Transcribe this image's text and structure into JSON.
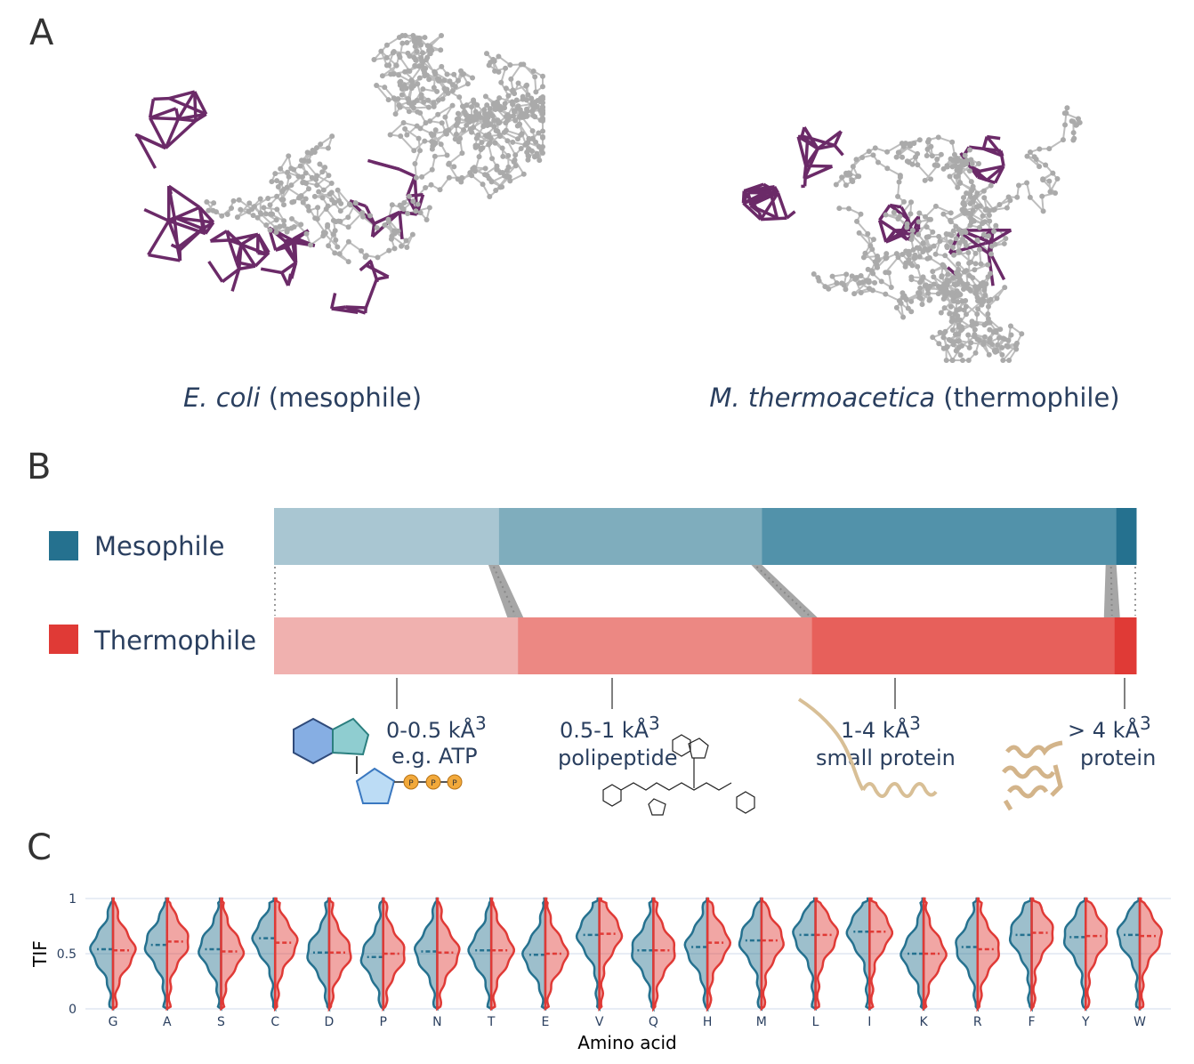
{
  "panels": {
    "a": "A",
    "b": "B",
    "c": "C"
  },
  "panel_a": {
    "left_caption_species": "E. coli",
    "left_caption_type": "(mesophile)",
    "right_caption_species": "M. thermoacetica",
    "right_caption_type": "(thermophile)",
    "node_color": "#bdbdbd",
    "cluster_color": "#6b2a68"
  },
  "panel_b": {
    "legend": [
      {
        "label": "Mesophile",
        "color": "#25718f"
      },
      {
        "label": "Thermophile",
        "color": "#e03a36"
      }
    ],
    "bins": [
      {
        "range": "0-0.5 kÅ",
        "sup": "3",
        "example": "e.g. ATP"
      },
      {
        "range": "0.5-1 kÅ",
        "sup": "3",
        "example": "polipeptide"
      },
      {
        "range": "1-4 kÅ",
        "sup": "3",
        "example": "small protein"
      },
      {
        "range": "> 4 kÅ",
        "sup": "3",
        "example": "protein"
      }
    ],
    "mesophile_percent": [
      26.1,
      30.5,
      41.1,
      2.3
    ],
    "thermophile_percent": [
      28.3,
      34.1,
      35.1,
      2.5
    ],
    "mesophile_colors": [
      "#a9c6d2",
      "#7fadbd",
      "#5292aa",
      "#25718f"
    ],
    "thermophile_colors": [
      "#f0b1af",
      "#ec8883",
      "#e7605b",
      "#e03a36"
    ],
    "atp_phosphate_label": "P"
  },
  "chart_data": {
    "type": "violin",
    "title": "",
    "xlabel": "Amino acid",
    "ylabel": "TIF",
    "ylim": [
      0,
      1
    ],
    "yticks": [
      "0",
      "0.5",
      "1"
    ],
    "categories": [
      "G",
      "A",
      "S",
      "C",
      "D",
      "P",
      "N",
      "T",
      "E",
      "V",
      "Q",
      "H",
      "M",
      "L",
      "I",
      "K",
      "R",
      "F",
      "Y",
      "W"
    ],
    "series": [
      {
        "name": "Mesophile",
        "color": "#25718f",
        "medians": [
          0.54,
          0.58,
          0.54,
          0.64,
          0.51,
          0.47,
          0.52,
          0.53,
          0.49,
          0.67,
          0.53,
          0.56,
          0.62,
          0.67,
          0.7,
          0.5,
          0.56,
          0.67,
          0.65,
          0.67
        ]
      },
      {
        "name": "Thermophile",
        "color": "#e03a36",
        "medians": [
          0.53,
          0.61,
          0.52,
          0.6,
          0.51,
          0.5,
          0.51,
          0.53,
          0.5,
          0.68,
          0.53,
          0.6,
          0.62,
          0.67,
          0.7,
          0.5,
          0.54,
          0.69,
          0.66,
          0.66
        ]
      }
    ]
  }
}
